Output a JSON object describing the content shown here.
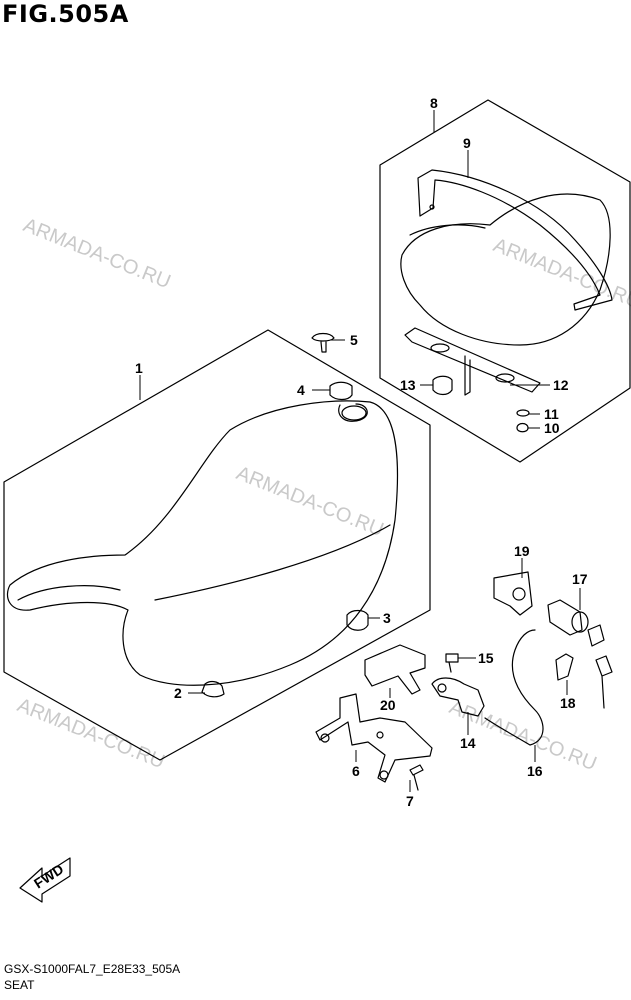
{
  "figure": {
    "title": "FIG.505A",
    "code": "GSX-S1000FAL7_E28E33_505A",
    "name": "SEAT"
  },
  "watermark": "ARMADA-CO.RU",
  "direction_label": "FWD",
  "callouts": [
    "1",
    "2",
    "3",
    "4",
    "5",
    "6",
    "7",
    "8",
    "9",
    "10",
    "11",
    "12",
    "13",
    "14",
    "15",
    "16",
    "17",
    "18",
    "19",
    "20"
  ],
  "colors": {
    "line": "#000000",
    "watermark": "#c9c9c9",
    "background": "#ffffff"
  }
}
